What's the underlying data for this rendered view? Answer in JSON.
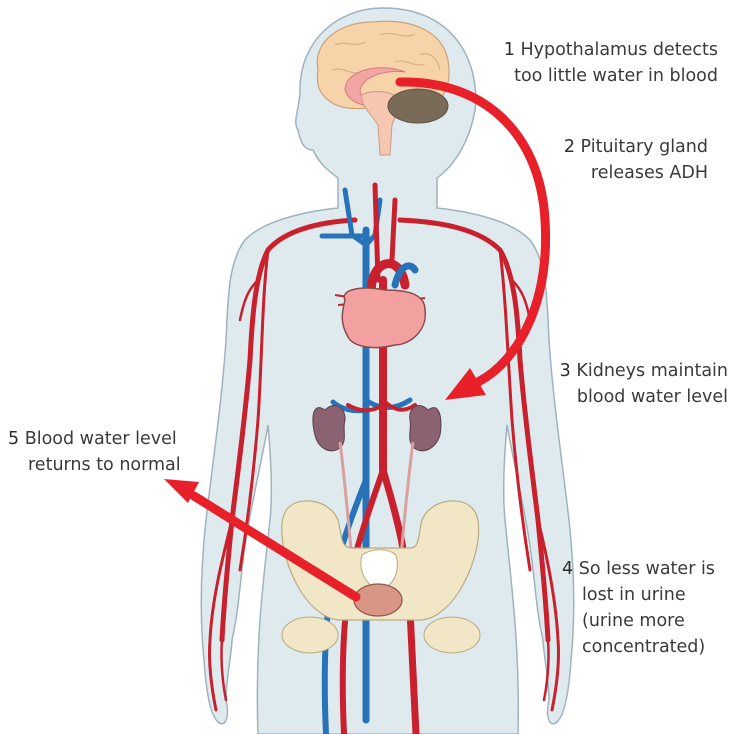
{
  "steps": [
    {
      "num": "1",
      "line1": "Hypothalamus detects",
      "line2": "too little water in blood"
    },
    {
      "num": "2",
      "line1": "Pituitary gland",
      "line2": "releases ADH"
    },
    {
      "num": "3",
      "line1": "Kidneys maintain",
      "line2": "blood water level"
    },
    {
      "num": "4",
      "line1": "So less water is",
      "line2": "lost in urine",
      "line3": "(urine more",
      "line4": "concentrated)"
    },
    {
      "num": "5",
      "line1": "Blood water level",
      "line2": "returns to normal"
    }
  ],
  "colors": {
    "arrow": "#e8202a",
    "artery": "#c8202d",
    "vein": "#2872b8",
    "body_fill": "#dfeaef",
    "body_stroke": "#9fb3bd",
    "heart": "#f3a0a0",
    "kidney": "#8a6272",
    "pelvis": "#f1e7c7",
    "brain": "#f6d3a8",
    "cerebellum": "#7a6a58",
    "bladder": "#d99686"
  }
}
